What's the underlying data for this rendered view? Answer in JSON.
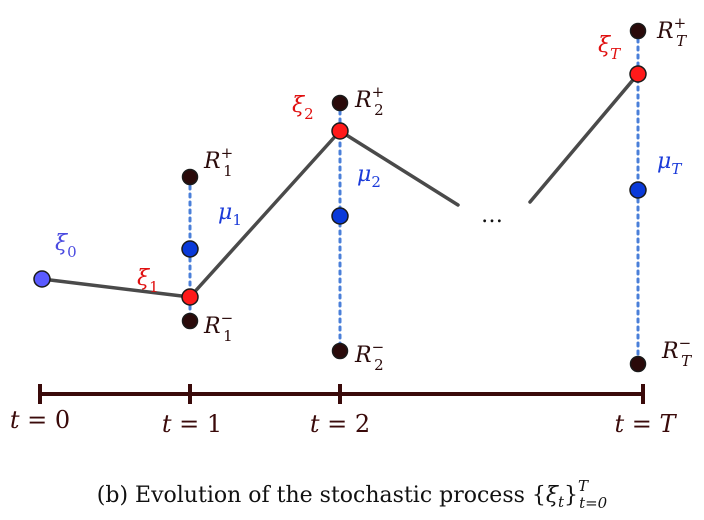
{
  "caption": {
    "prefix": "(b) Evolution of the stochastic process {",
    "var": "ξ",
    "var_sub": "t",
    "close": "}",
    "range_sup": "T",
    "range_sub": "t=0"
  },
  "timeline": {
    "ticks": [
      {
        "lhs": "t",
        "eq": " = ",
        "rhs": "0"
      },
      {
        "lhs": "t",
        "eq": " = ",
        "rhs": "1"
      },
      {
        "lhs": "t",
        "eq": " = ",
        "rhs": "2"
      },
      {
        "lhs": "t",
        "eq": " = ",
        "rhs": "T"
      }
    ]
  },
  "ellipsis": "…",
  "labels": {
    "xi": [
      {
        "base": "ξ",
        "sub": "0"
      },
      {
        "base": "ξ",
        "sub": "1"
      },
      {
        "base": "ξ",
        "sub": "2"
      },
      {
        "base": "ξ",
        "sub": "T"
      }
    ],
    "mu": [
      {
        "base": "μ",
        "sub": "1"
      },
      {
        "base": "μ",
        "sub": "2"
      },
      {
        "base": "μ",
        "sub": "T"
      }
    ],
    "r_plus": [
      {
        "base": "R",
        "sub": "1",
        "sup": "+"
      },
      {
        "base": "R",
        "sub": "2",
        "sup": "+"
      },
      {
        "base": "R",
        "sub": "T",
        "sup": "+"
      }
    ],
    "r_minus": [
      {
        "base": "R",
        "sub": "1",
        "sup": "−"
      },
      {
        "base": "R",
        "sub": "2",
        "sup": "−"
      },
      {
        "base": "R",
        "sub": "T",
        "sup": "−"
      }
    ]
  },
  "colors": {
    "axis": "#3a0a0a",
    "path": "#4a4a4a",
    "dotted": "#4a7fd9",
    "xi0": "#5a5aff",
    "xi": "#ff1a1a",
    "mu": "#0a3ad9",
    "r": "#2a0a0a",
    "xi_label": "#e01010",
    "xi0_label": "#4a4ae0",
    "mu_label": "#1a3ad9",
    "r_label": "#2a0a0a"
  }
}
